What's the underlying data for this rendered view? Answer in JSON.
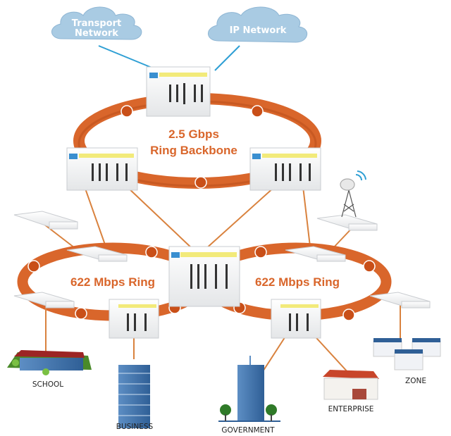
{
  "clouds": [
    {
      "name": "transport-network",
      "lines": [
        "Transport",
        "Network"
      ]
    },
    {
      "name": "ip-network",
      "lines": [
        "IP Network"
      ]
    }
  ],
  "rings": {
    "backbone": {
      "lines": [
        "2.5 Gbps",
        "Ring Backbone"
      ]
    },
    "left": {
      "label": "622 Mbps Ring"
    },
    "right": {
      "label": "622 Mbps Ring"
    }
  },
  "sites": [
    "SCHOOL",
    "BUSINESS",
    "GOVERNMENT",
    "ENTERPRISE",
    "ZONE"
  ],
  "colors": {
    "ring_orange": "#d9662b",
    "ring_dark": "#b44a18",
    "cloud_blue": "#a9cbe3",
    "cloud_link": "#2e9fd4",
    "label_orange": "#d9662b",
    "drop_line": "#d9823e"
  }
}
